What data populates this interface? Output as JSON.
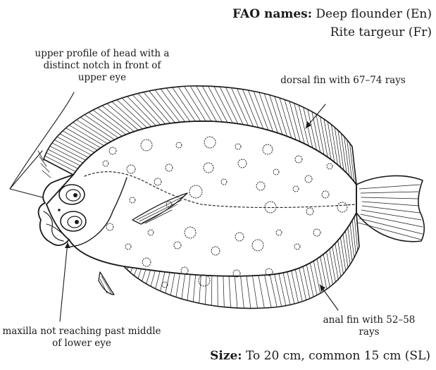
{
  "fao": {
    "label": "FAO names:",
    "english": "Deep flounder (En)",
    "french": "Rite targeur (Fr)"
  },
  "annotations": {
    "head_profile": "upper profile of head with a distinct notch in front of upper eye",
    "dorsal_fin": "dorsal fin with 67–74 rays",
    "anal_fin": "anal fin with 52–58 rays",
    "maxilla": "maxilla not reaching past middle of lower eye"
  },
  "size": {
    "label": "Size:",
    "text": "To 20 cm, common  15 cm (SL)"
  },
  "colors": {
    "ink": "#1a1a1a",
    "background": "#ffffff"
  }
}
